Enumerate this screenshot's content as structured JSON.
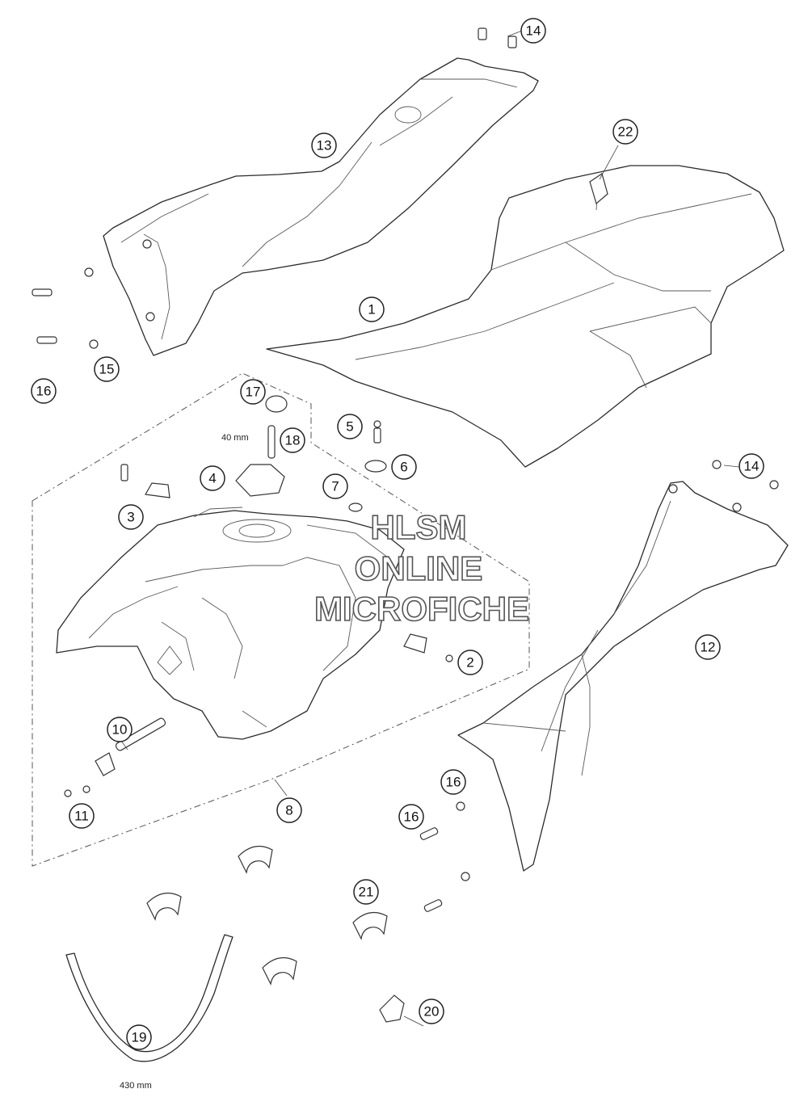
{
  "watermark": {
    "line1": "HLSM",
    "line2": "ONLINE",
    "line3": "MICROFICHE"
  },
  "callouts": [
    {
      "id": "c1",
      "label": "1"
    },
    {
      "id": "c2",
      "label": "2"
    },
    {
      "id": "c3",
      "label": "3"
    },
    {
      "id": "c4",
      "label": "4"
    },
    {
      "id": "c5",
      "label": "5"
    },
    {
      "id": "c6",
      "label": "6"
    },
    {
      "id": "c7",
      "label": "7"
    },
    {
      "id": "c8",
      "label": "8"
    },
    {
      "id": "c10",
      "label": "10"
    },
    {
      "id": "c11",
      "label": "11"
    },
    {
      "id": "c12",
      "label": "12"
    },
    {
      "id": "c13",
      "label": "13"
    },
    {
      "id": "c14a",
      "label": "14"
    },
    {
      "id": "c14b",
      "label": "14"
    },
    {
      "id": "c15",
      "label": "15"
    },
    {
      "id": "c16a",
      "label": "16"
    },
    {
      "id": "c16b",
      "label": "16"
    },
    {
      "id": "c16c",
      "label": "16"
    },
    {
      "id": "c17",
      "label": "17"
    },
    {
      "id": "c18",
      "label": "18"
    },
    {
      "id": "c19",
      "label": "19"
    },
    {
      "id": "c20",
      "label": "20"
    },
    {
      "id": "c21",
      "label": "21"
    },
    {
      "id": "c22",
      "label": "22"
    }
  ],
  "dimensions": {
    "vent_hose_length": "40 mm",
    "fuel_hose_length": "430 mm"
  }
}
